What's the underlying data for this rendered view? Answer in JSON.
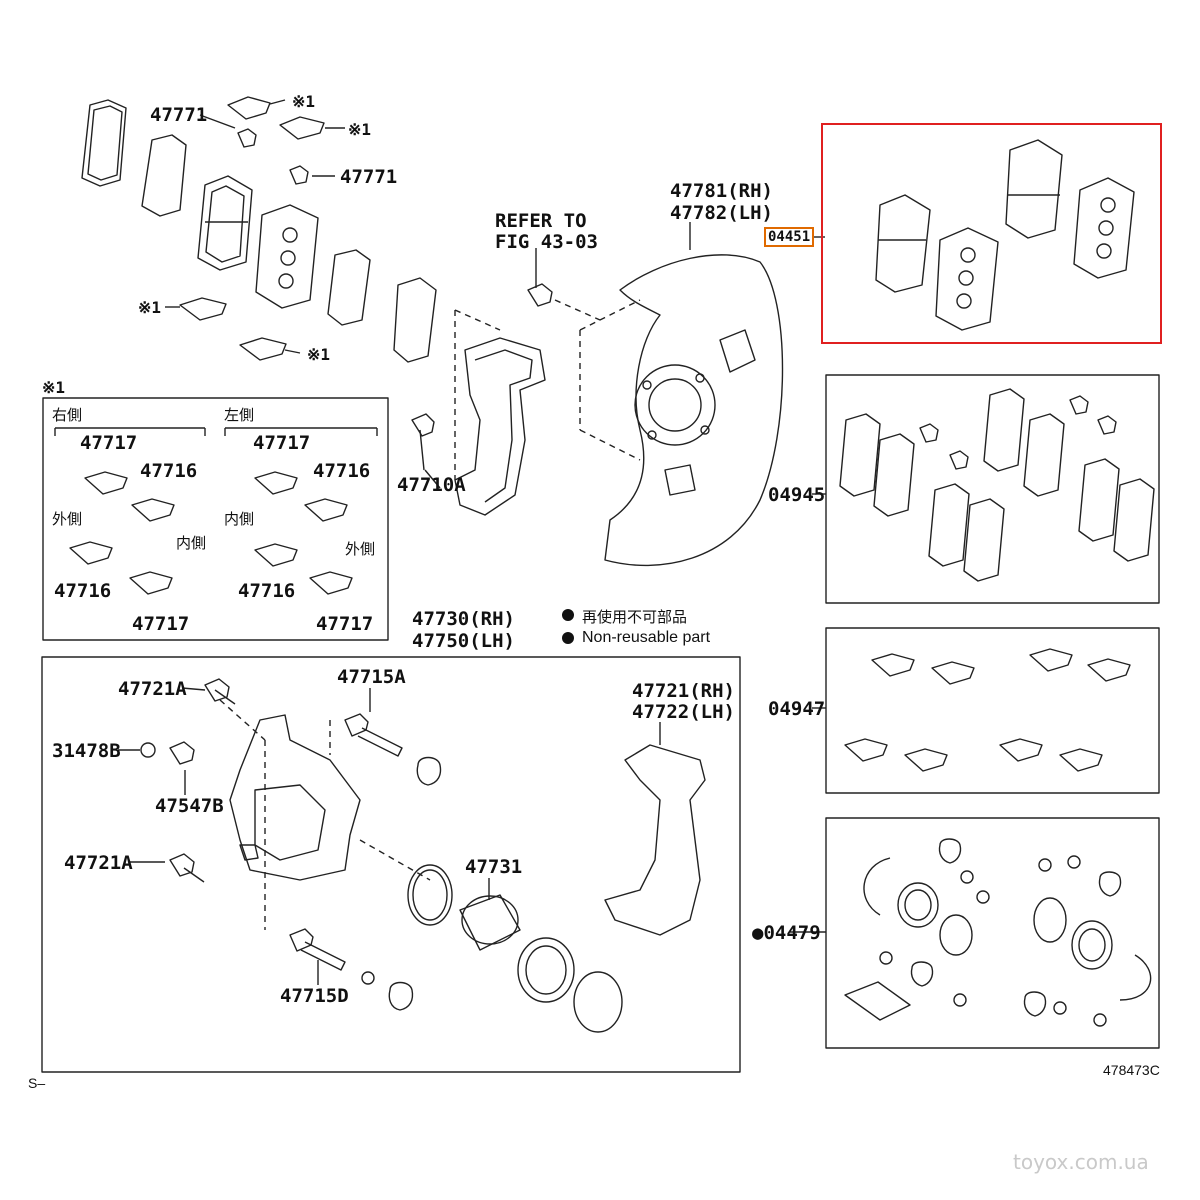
{
  "labels": {
    "p47771_a": "47771",
    "p47771_b": "47771",
    "mark1_a": "※1",
    "mark1_b": "※1",
    "mark1_c": "※1",
    "mark1_d": "※1",
    "p47781": "47781(RH)",
    "p47782": "47782(LH)",
    "refer1": "REFER TO",
    "refer2": "FIG 43-03",
    "p04451": "04451",
    "p47710a": "47710A",
    "p04945": "04945",
    "p04947": "04947",
    "p04479": "●04479",
    "p47730": "47730(RH)",
    "p47750": "47750(LH)",
    "p47721a_1": "47721A",
    "p47715a": "47715A",
    "p47721": "47721(RH)",
    "p47722": "47722(LH)",
    "p31478b": "31478B",
    "p47547b": "47547B",
    "p47721a_2": "47721A",
    "p47731": "47731",
    "p47715d": "47715D",
    "ref_code": "478473C",
    "s_mark": "S–"
  },
  "inset": {
    "mark": "※1",
    "right_side": "右側",
    "left_side": "左側",
    "r_47717_top": "47717",
    "r_47716_top": "47716",
    "l_47717_top": "47717",
    "l_47716_top": "47716",
    "outer_left": "外側",
    "inner_left": "内側",
    "inner_right": "内側",
    "outer_right": "外側",
    "r_47716_bot": "47716",
    "r_47717_bot": "47717",
    "l_47716_bot": "47716",
    "l_47717_bot": "47717"
  },
  "legend": {
    "jp": "再使用不可部品",
    "en": "Non-reusable part"
  },
  "watermark": "toyox.com.ua",
  "colors": {
    "highlight": "#e02020",
    "highlight_label": "#e06a00",
    "line": "#222222"
  }
}
